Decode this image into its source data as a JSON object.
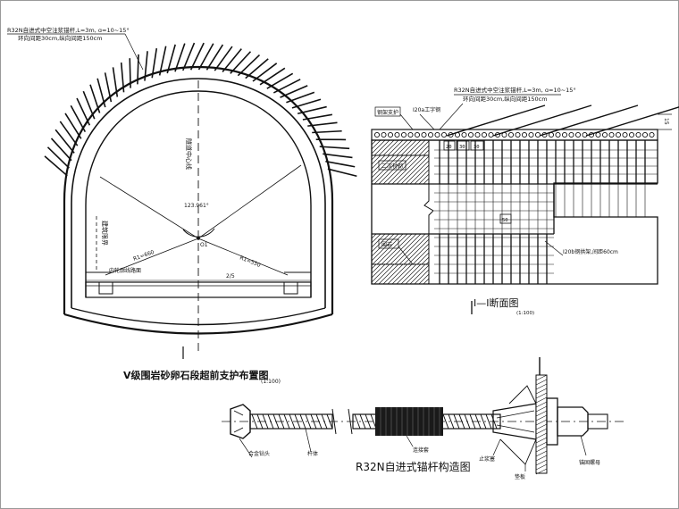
{
  "tunnel_section": {
    "note_line1": "R32N自进式中空注浆锚杆,L=3m, ɑ=10~15°",
    "note_line2": "环向间距30cm,纵向间距150cm",
    "label_center": "隧道中心线",
    "label_clearance": "建筑限界",
    "label_road": "内轮廓线路面",
    "angle": "123.961°",
    "radius_left": "R1=660",
    "radius_right": "R1=550",
    "dim": "2/5",
    "o1": "O1",
    "title": "Ⅴ级围岩砂卵石段超前支护布置图",
    "scale": "(1:100)"
  },
  "section_view": {
    "note_line1": "R32N自进式中空注浆锚杆,L=3m, ɑ=10~15°",
    "note_line2": "环向间距30cm,纵向间距150cm",
    "label_steel": "钢架支护",
    "label_i20": "I20a工字钢",
    "label_lining2": "二次衬砌",
    "label_rock": "围岩",
    "label_i20_spacing": "I20b钢拱架,间距60cm",
    "dim1": "20",
    "dim2": "30",
    "dim3": "30",
    "dim4": "50",
    "angle": "15",
    "title": "Ⅰ—Ⅰ断面图",
    "scale": "(1:100)"
  },
  "anchor_detail": {
    "label_drill": "合金钻头",
    "label_rod": "杆体",
    "label_coupler": "连接套",
    "label_stopper": "止浆塞",
    "label_plate": "垫板",
    "label_nut": "锚固螺母",
    "title": "R32N自进式锚杆构造图"
  }
}
